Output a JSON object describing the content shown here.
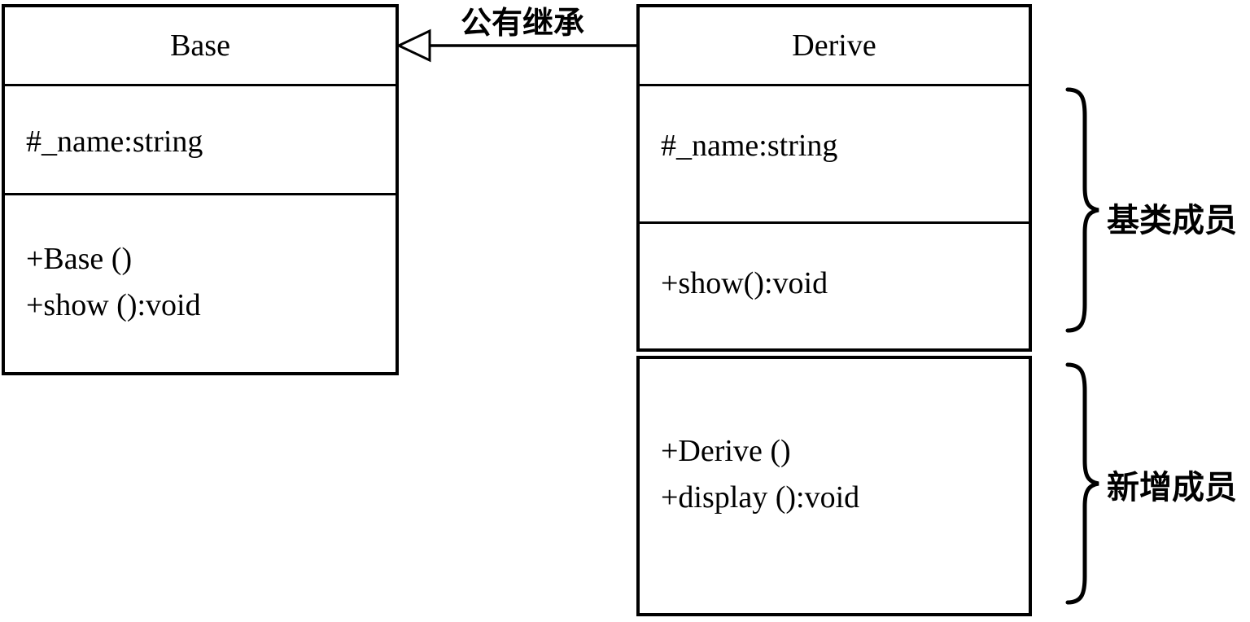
{
  "diagram": {
    "type": "uml-class-inheritance",
    "inheritance_label": "公有继承",
    "base_class": {
      "name": "Base",
      "attributes": [
        "#_name:string"
      ],
      "methods": [
        "+Base ()",
        "+show ():void"
      ]
    },
    "derive_class": {
      "name": "Derive",
      "attributes": [
        "#_name:string"
      ],
      "inherited_methods": [
        "+show():void"
      ],
      "new_methods": [
        "+Derive ()",
        "+display ():void"
      ]
    },
    "annotations": {
      "base_members_label": "基类成员",
      "new_members_label": "新增成员"
    },
    "colors": {
      "line": "#000000",
      "background": "#ffffff",
      "arrowhead_fill": "#ffffff"
    }
  }
}
